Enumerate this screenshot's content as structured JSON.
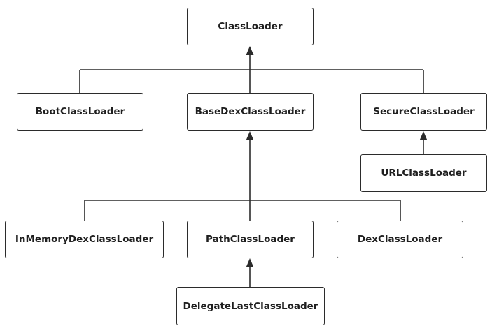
{
  "diagram": {
    "nodes": {
      "classloader": "ClassLoader",
      "bootclassloader": "BootClassLoader",
      "basedexclassloader": "BaseDexClassLoader",
      "secureclassloader": "SecureClassLoader",
      "urlclassloader": "URLClassLoader",
      "inmemorydexclassloader": "InMemoryDexClassLoader",
      "pathclassloader": "PathClassLoader",
      "dexclassloader": "DexClassLoader",
      "delegatelastclassloader": "DelegateLastClassLoader"
    },
    "edges": [
      {
        "child": "bootclassloader",
        "parent": "classloader"
      },
      {
        "child": "basedexclassloader",
        "parent": "classloader"
      },
      {
        "child": "secureclassloader",
        "parent": "classloader"
      },
      {
        "child": "urlclassloader",
        "parent": "secureclassloader"
      },
      {
        "child": "inmemorydexclassloader",
        "parent": "basedexclassloader"
      },
      {
        "child": "pathclassloader",
        "parent": "basedexclassloader"
      },
      {
        "child": "dexclassloader",
        "parent": "basedexclassloader"
      },
      {
        "child": "delegatelastclassloader",
        "parent": "pathclassloader"
      }
    ],
    "colors": {
      "line": "#2b2b2b",
      "text": "#1f1f1f",
      "background": "#ffffff"
    }
  }
}
